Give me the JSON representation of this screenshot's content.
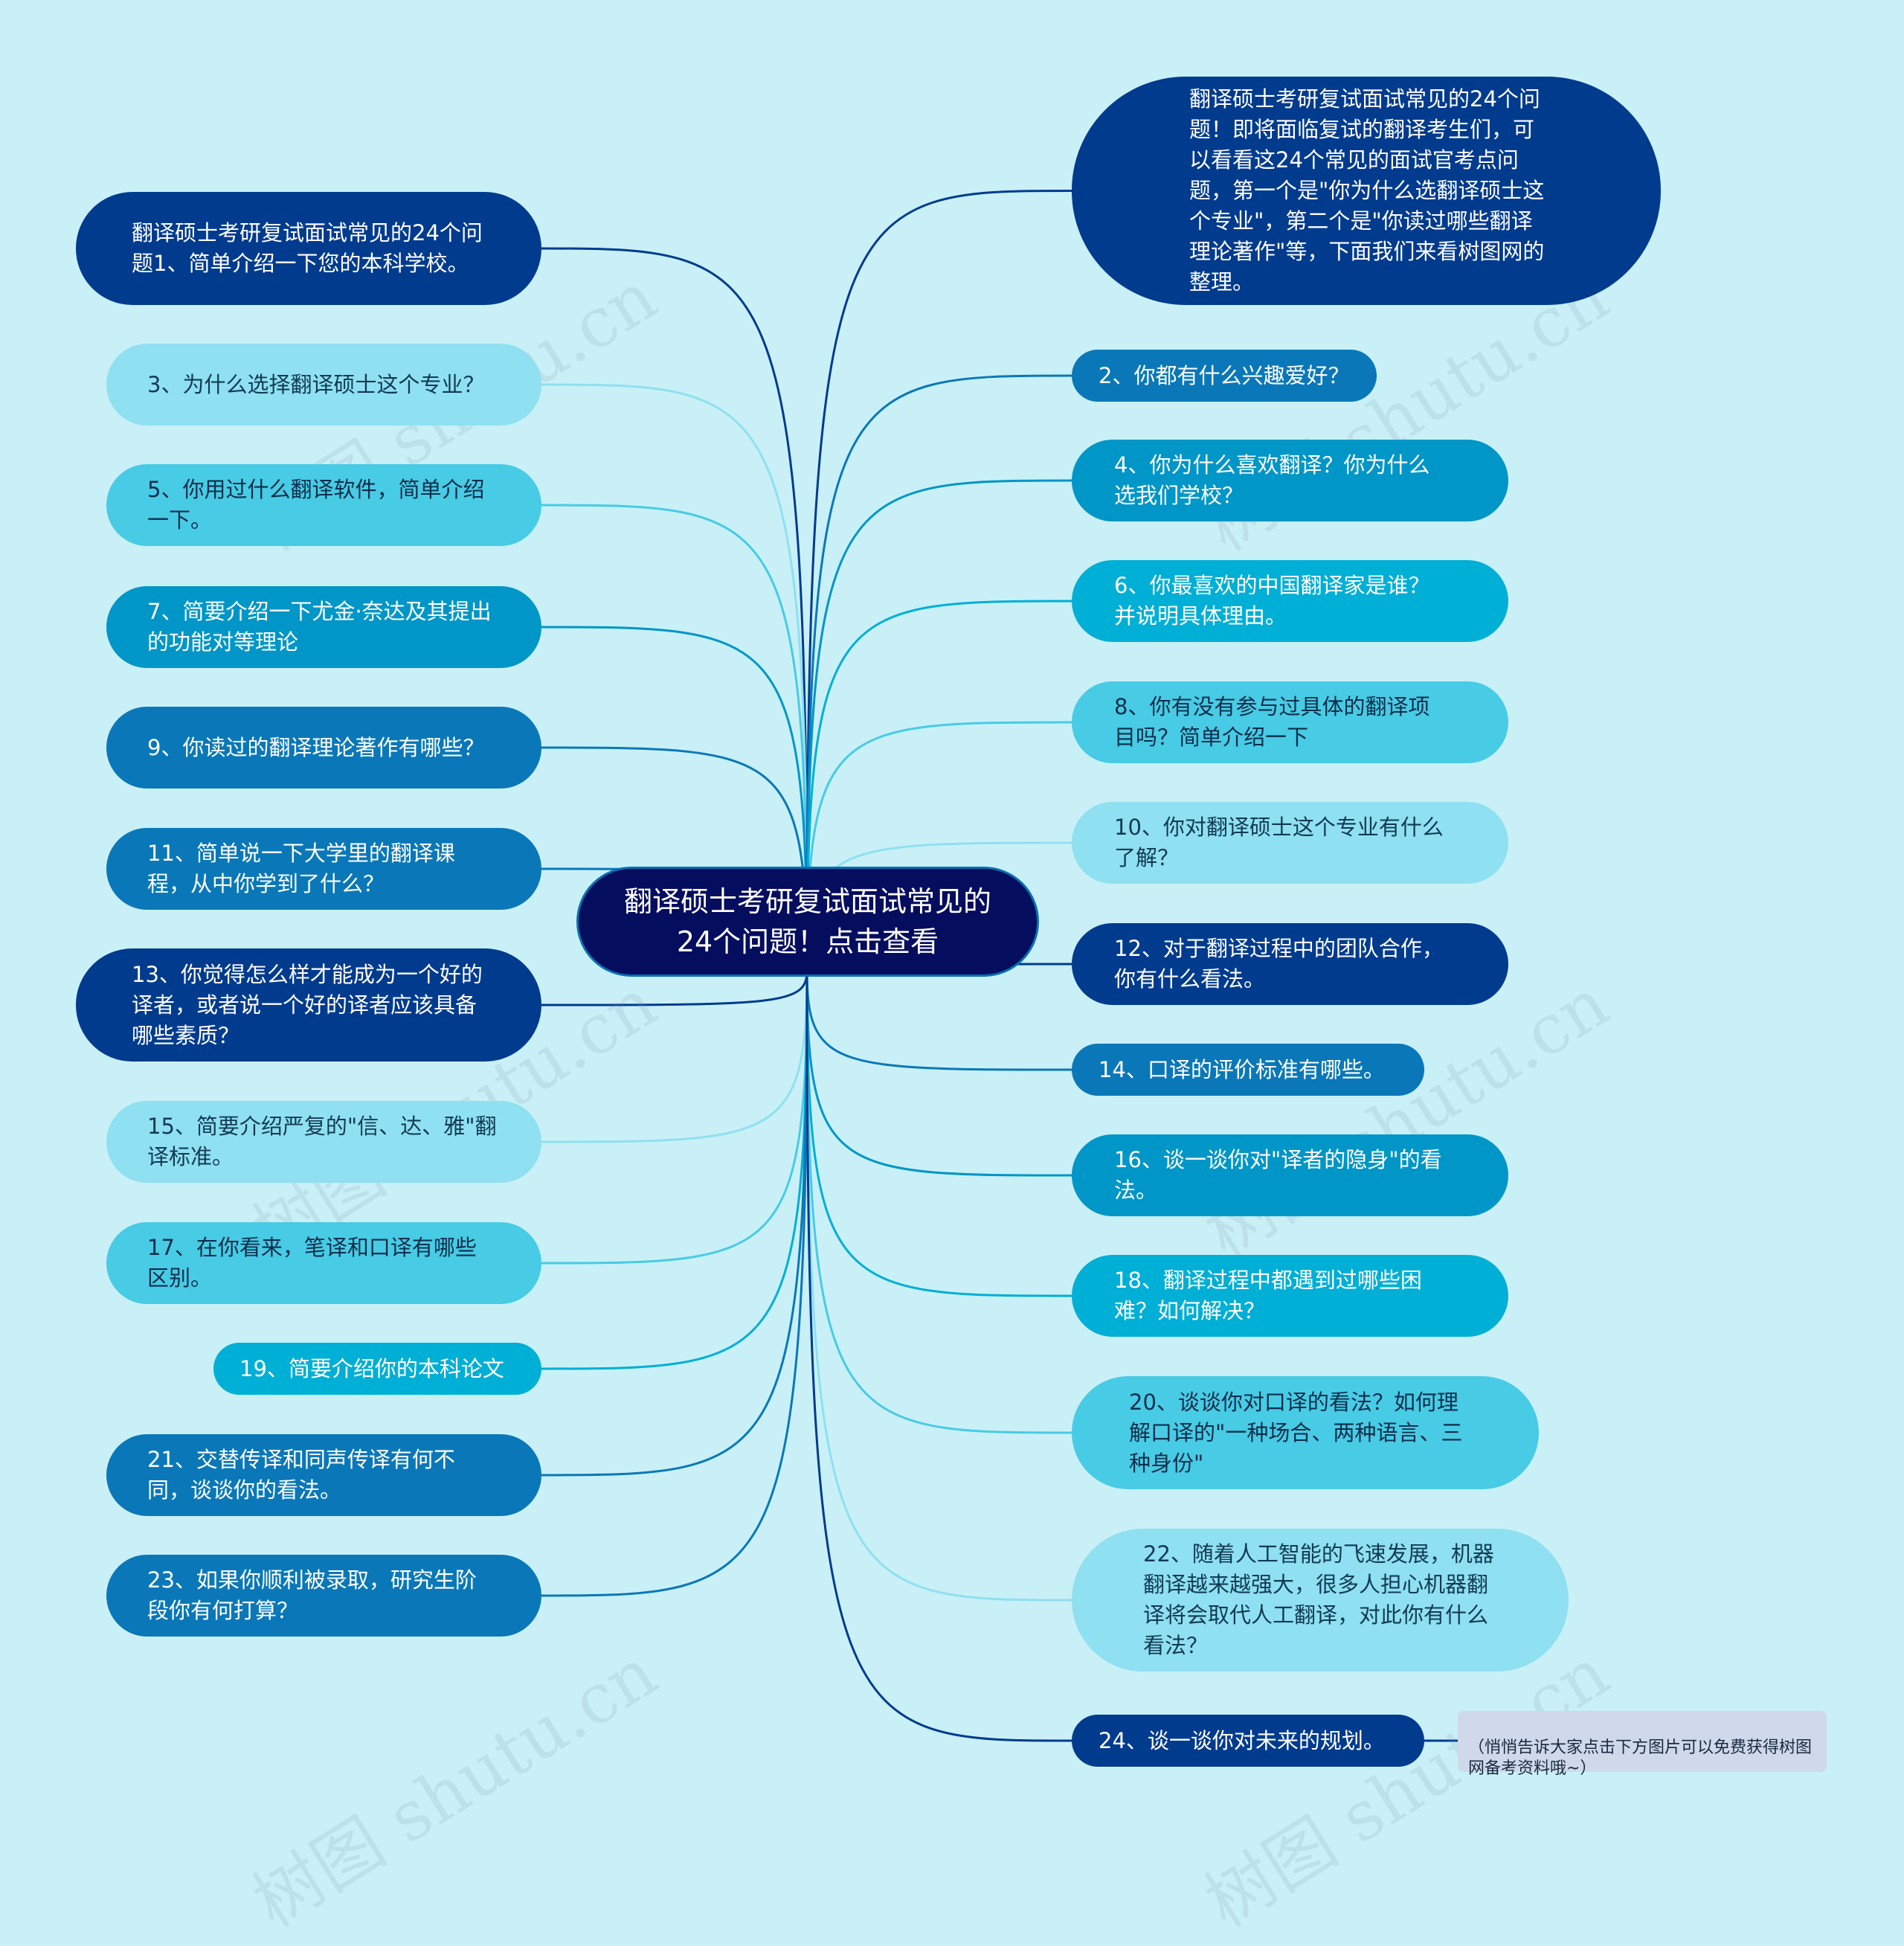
{
  "root": {
    "text": "翻译硕士考研复试面试常见的24个问题！点击查看"
  },
  "left": [
    {
      "id": "L1",
      "text": "翻译硕士考研复试面试常见的24个问题1、简单介绍一下您的本科学校。",
      "color": "#003b8e"
    },
    {
      "id": "L2",
      "text": "3、为什么选择翻译硕士这个专业？",
      "color": "#8fe0f0"
    },
    {
      "id": "L3",
      "text": "5、你用过什么翻译软件，简单介绍一下。",
      "color": "#48cbe5"
    },
    {
      "id": "L4",
      "text": "7、简要介绍一下尤金·奈达及其提出的功能对等理论",
      "color": "#0096c7"
    },
    {
      "id": "L5",
      "text": "9、你读过的翻译理论著作有哪些？",
      "color": "#0a78b8"
    },
    {
      "id": "L6",
      "text": "11、简单说一下大学里的翻译课程，从中你学到了什么？",
      "color": "#0a78b8"
    },
    {
      "id": "L7",
      "text": "13、你觉得怎么样才能成为一个好的译者，或者说一个好的译者应该具备哪些素质？",
      "color": "#003b8e"
    },
    {
      "id": "L8",
      "text": "15、简要介绍严复的\"信、达、雅\"翻译标准。",
      "color": "#8fe0f0"
    },
    {
      "id": "L9",
      "text": "17、在你看来，笔译和口译有哪些区别。",
      "color": "#48cbe5"
    },
    {
      "id": "L10",
      "text": "19、简要介绍你的本科论文",
      "color": "#00afd6"
    },
    {
      "id": "L11",
      "text": "21、交替传译和同声传译有何不同，谈谈你的看法。",
      "color": "#0a78b8"
    },
    {
      "id": "L12",
      "text": "23、如果你顺利被录取，研究生阶段你有何打算？",
      "color": "#0a78b8"
    }
  ],
  "right": [
    {
      "id": "R1",
      "text": "翻译硕士考研复试面试常见的24个问题！即将面临复试的翻译考生们，可以看看这24个常见的面试官考点问题，第一个是\"你为什么选翻译硕士这个专业\"，第二个是\"你读过哪些翻译理论著作\"等，下面我们来看树图网的整理。",
      "color": "#003b8e"
    },
    {
      "id": "R2",
      "text": "2、你都有什么兴趣爱好？",
      "color": "#0a78b8"
    },
    {
      "id": "R3",
      "text": "4、你为什么喜欢翻译？你为什么选我们学校？",
      "color": "#0096c7"
    },
    {
      "id": "R4",
      "text": "6、你最喜欢的中国翻译家是谁？并说明具体理由。",
      "color": "#00afd6"
    },
    {
      "id": "R5",
      "text": "8、你有没有参与过具体的翻译项目吗？简单介绍一下",
      "color": "#48cbe5"
    },
    {
      "id": "R6",
      "text": "10、你对翻译硕士这个专业有什么了解？",
      "color": "#8fe0f0"
    },
    {
      "id": "R7",
      "text": "12、对于翻译过程中的团队合作，你有什么看法。",
      "color": "#003b8e"
    },
    {
      "id": "R8",
      "text": "14、口译的评价标准有哪些。",
      "color": "#0a78b8"
    },
    {
      "id": "R9",
      "text": "16、谈一谈你对\"译者的隐身\"的看法。",
      "color": "#0096c7"
    },
    {
      "id": "R10",
      "text": "18、翻译过程中都遇到过哪些困难？如何解决？",
      "color": "#00afd6"
    },
    {
      "id": "R11",
      "text": "20、谈谈你对口译的看法？如何理解口译的\"一种场合、两种语言、三种身份\"",
      "color": "#48cbe5"
    },
    {
      "id": "R12",
      "text": "22、随着人工智能的飞速发展，机器翻译越来越强大，很多人担心机器翻译将会取代人工翻译，对此你有什么看法？",
      "color": "#8fe0f0"
    },
    {
      "id": "R13",
      "text": "24、谈一谈你对未来的规划。",
      "color": "#003b8e"
    }
  ],
  "note": {
    "text": "（悄悄告诉大家点击下方图片可以免费获得树图网备考资料哦~）"
  },
  "watermark": {
    "text": "树图 shutu.cn"
  }
}
